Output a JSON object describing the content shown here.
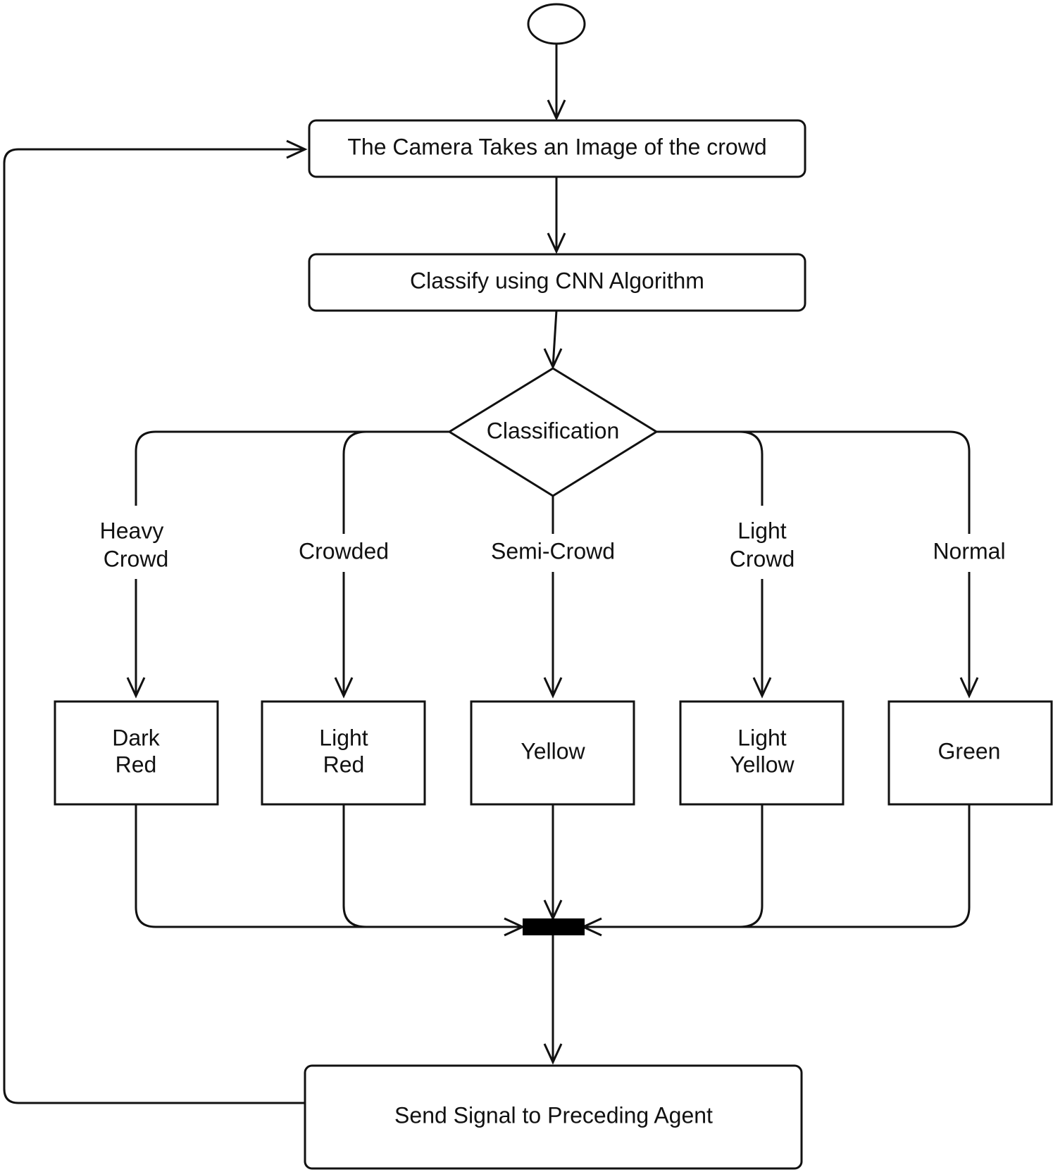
{
  "diagram": {
    "camera_step": "The Camera Takes an Image of the crowd",
    "classify_step": "Classify using CNN Algorithm",
    "decision": "Classification",
    "branches": [
      {
        "guard": [
          "Heavy",
          "Crowd"
        ],
        "signal": [
          "Dark",
          "Red"
        ]
      },
      {
        "guard": [
          "Crowded"
        ],
        "signal": [
          "Light",
          "Red"
        ]
      },
      {
        "guard": [
          "Semi-Crowd"
        ],
        "signal": [
          "Yellow"
        ]
      },
      {
        "guard": [
          "Light",
          "Crowd"
        ],
        "signal": [
          "Light",
          "Yellow"
        ]
      },
      {
        "guard": [
          "Normal"
        ],
        "signal": [
          "Green"
        ]
      }
    ],
    "send_step": "Send Signal to Preceding Agent"
  }
}
